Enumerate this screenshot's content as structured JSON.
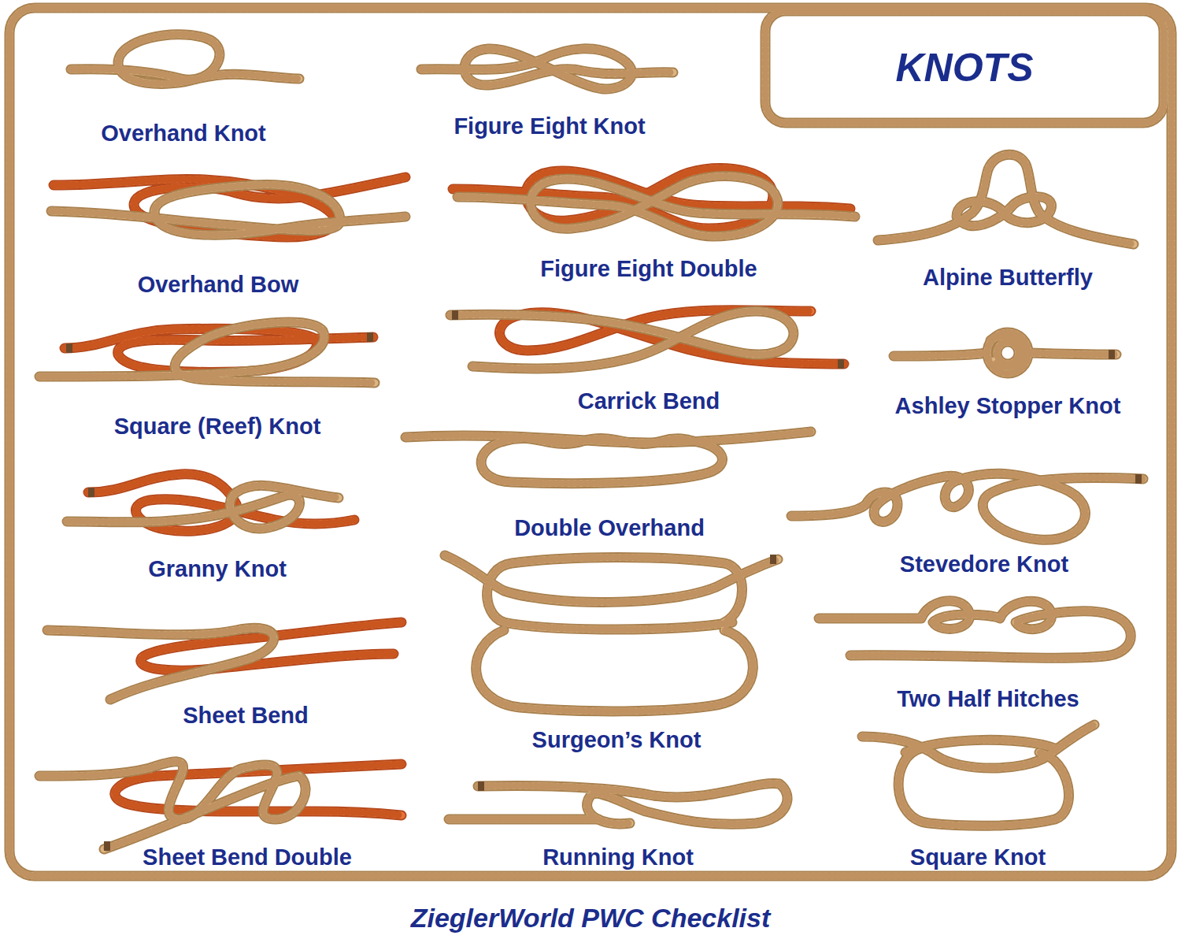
{
  "diagram": {
    "title": "KNOTS",
    "caption": "ZieglerWorld PWC Checklist",
    "labels": [
      "Overhand Knot",
      "Figure Eight Knot",
      "Overhand Bow",
      "Figure Eight Double",
      "Alpine Butterfly",
      "Square (Reef) Knot",
      "Carrick Bend",
      "Ashley Stopper Knot",
      "Granny Knot",
      "Double Overhand",
      "Stevedore Knot",
      "Sheet Bend",
      "Surgeon’s Knot",
      "Two Half Hitches",
      "Sheet Bend Double",
      "Running Knot",
      "Square Knot"
    ]
  }
}
